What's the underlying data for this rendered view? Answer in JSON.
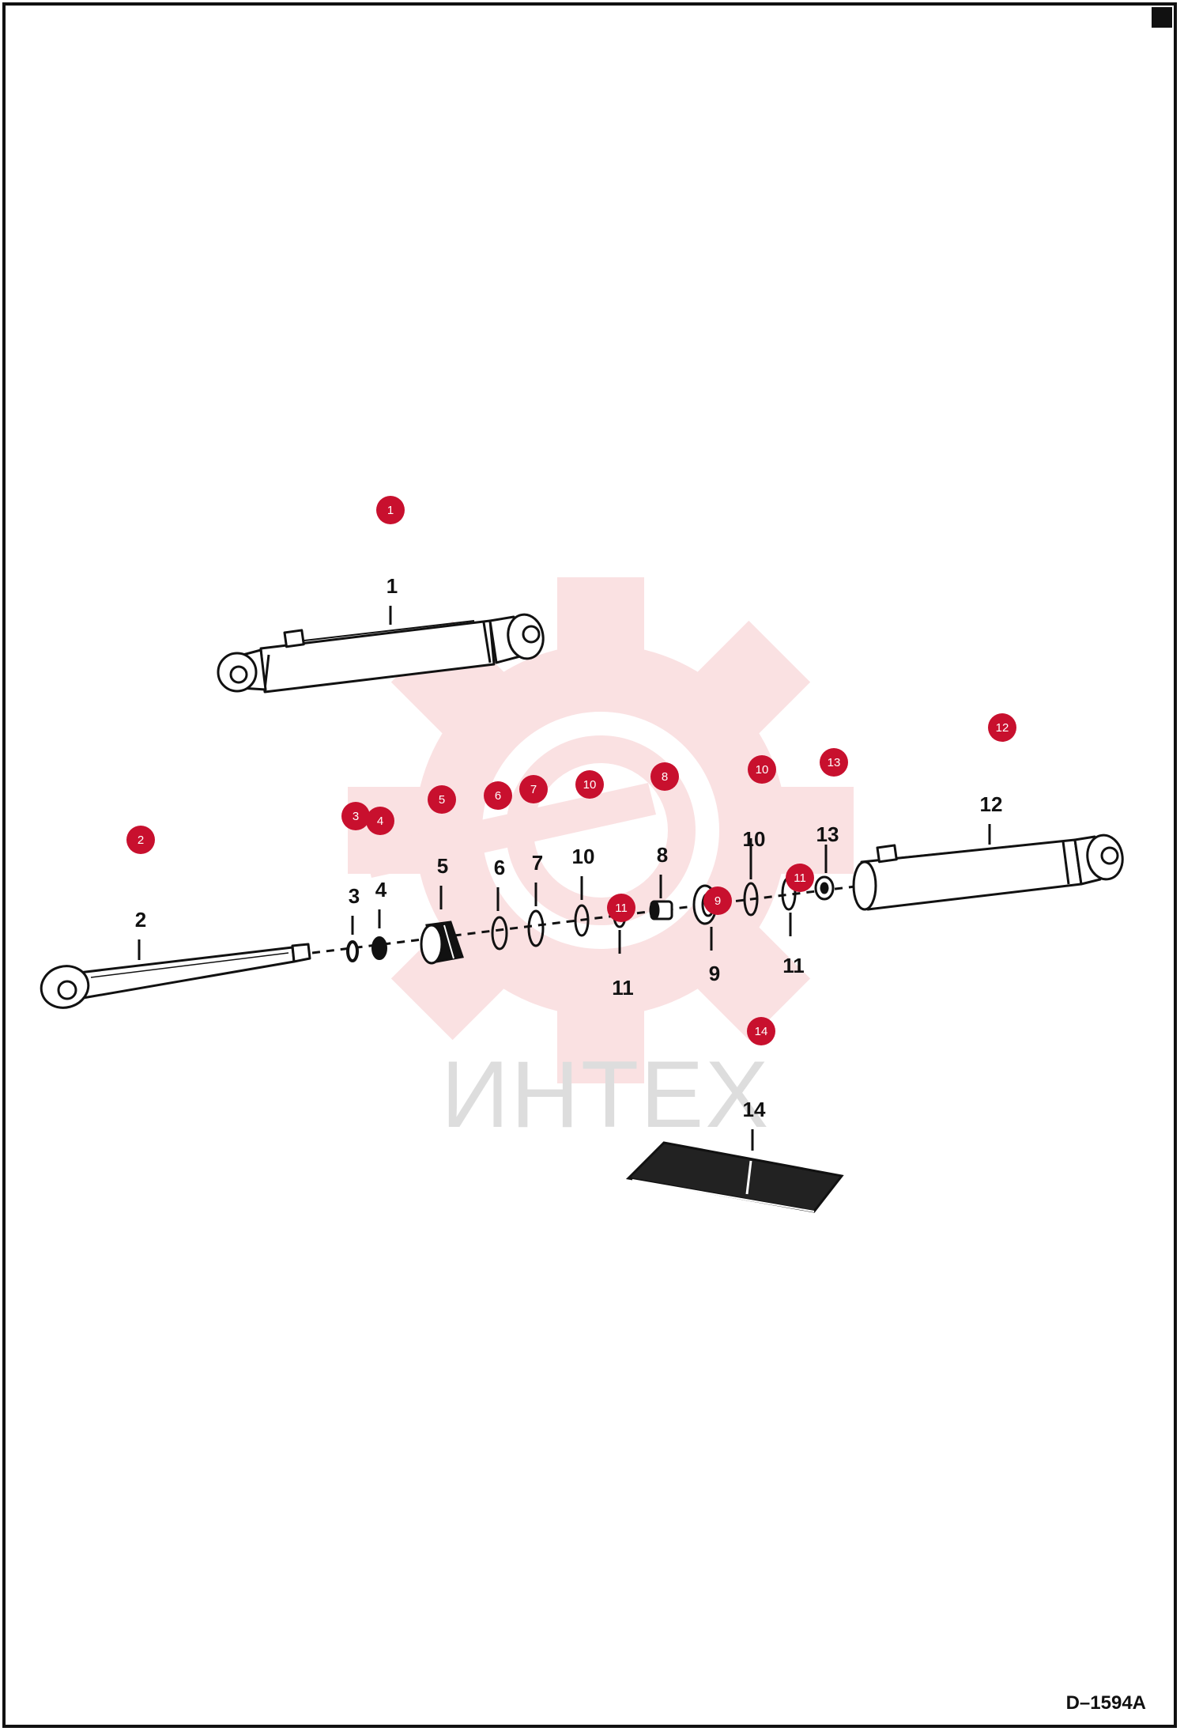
{
  "diagram": {
    "code": "D–1594A",
    "watermark": "ИНТЕХ",
    "watermark_color": "#f6c9cc",
    "hotspot_color": "#c8102e",
    "parts": [
      {
        "id": "1"
      },
      {
        "id": "2"
      },
      {
        "id": "3"
      },
      {
        "id": "4"
      },
      {
        "id": "5"
      },
      {
        "id": "6"
      },
      {
        "id": "7"
      },
      {
        "id": "8"
      },
      {
        "id": "9"
      },
      {
        "id": "10"
      },
      {
        "id": "11"
      },
      {
        "id": "12"
      },
      {
        "id": "13"
      },
      {
        "id": "14"
      }
    ],
    "labels": [
      "1",
      "2",
      "3",
      "4",
      "5",
      "6",
      "7",
      "10",
      "8",
      "10",
      "13",
      "12",
      "11",
      "9",
      "11",
      "14"
    ],
    "hotspots": [
      "1",
      "2",
      "3",
      "4",
      "5",
      "6",
      "7",
      "10",
      "8",
      "10",
      "13",
      "12",
      "11",
      "11",
      "9",
      "14"
    ]
  }
}
